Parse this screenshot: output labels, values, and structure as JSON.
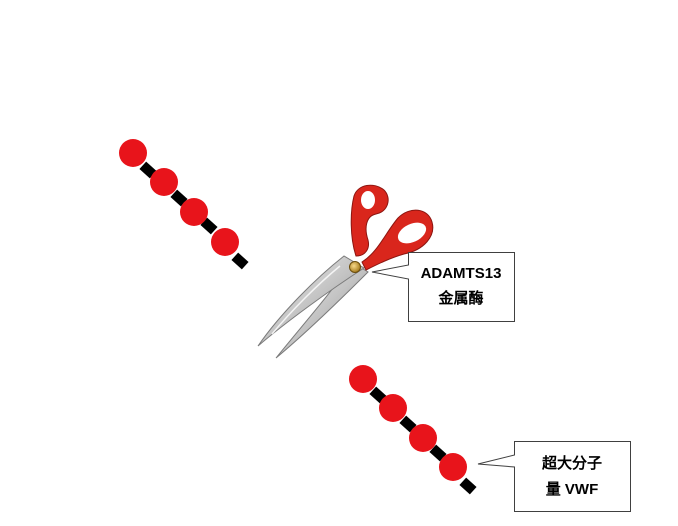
{
  "callouts": {
    "enzyme": {
      "line1": "ADAMTS13",
      "line2": "金属酶"
    },
    "substrate": {
      "line1": "超大分子",
      "line2": "量 VWF"
    }
  },
  "icons": {
    "cutter": "scissors-icon"
  },
  "colors": {
    "bead": "#e8141b",
    "linker": "#000000",
    "scissors_handle": "#d9261c",
    "blade": "#c9c9c9",
    "background": "#ffffff"
  }
}
